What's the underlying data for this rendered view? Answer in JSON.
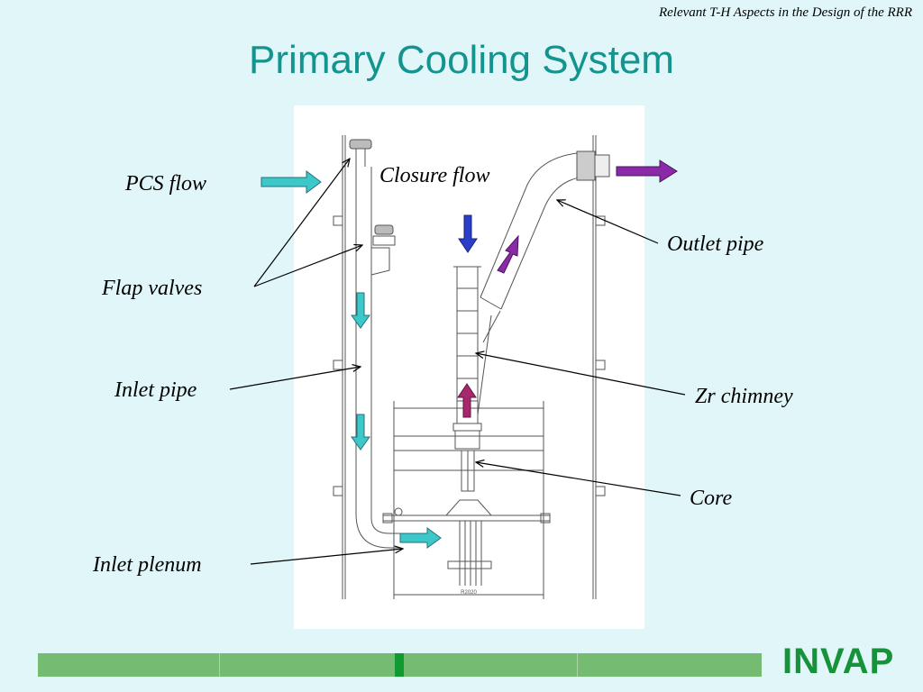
{
  "header": {
    "subtitle": "Relevant T-H Aspects in the Design of the RRR",
    "title": "Primary Cooling System"
  },
  "labels": {
    "pcs_flow": "PCS flow",
    "closure_flow": "Closure flow",
    "flap_valves": "Flap valves",
    "outlet_pipe": "Outlet pipe",
    "inlet_pipe": "Inlet pipe",
    "zr_chimney": "Zr chimney",
    "core": "Core",
    "inlet_plenum": "Inlet plenum"
  },
  "drawing": {
    "dimension_text": "R2020"
  },
  "colors": {
    "cyan_arrow": "#3cc7c9",
    "purple_arrow": "#8a2aa6",
    "magenta_arrow": "#a8286e",
    "blue_arrow": "#2a3fc9",
    "title": "#13948f",
    "footer": "#76bb72",
    "logo": "#16933a"
  },
  "footer": {
    "logo_text": "INVAP"
  }
}
